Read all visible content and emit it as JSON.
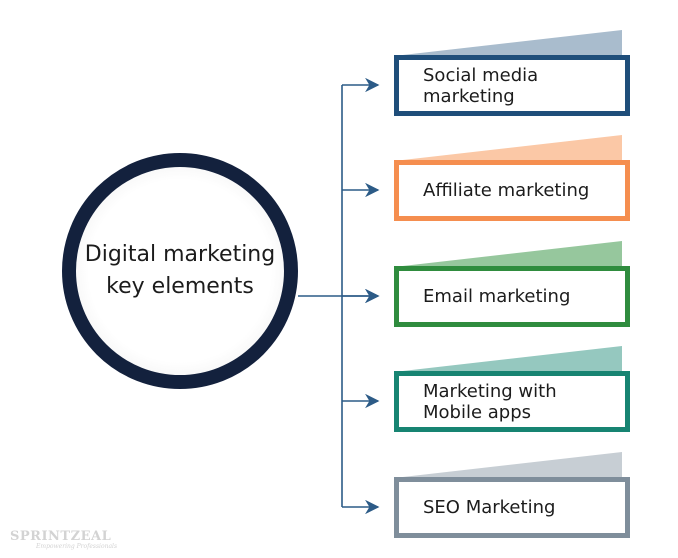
{
  "hub": {
    "label_line1": "Digital marketing",
    "label_line2": "key elements"
  },
  "items": [
    {
      "label_line1": "Social media",
      "label_line2": "marketing",
      "border_color": "#1f4e7a",
      "wedge_color": "#a9bccd"
    },
    {
      "label_line1": "Affiliate marketing",
      "label_line2": "",
      "border_color": "#f58e4f",
      "wedge_color": "#fbc8a6"
    },
    {
      "label_line1": "Email marketing",
      "label_line2": "",
      "border_color": "#2f8c3e",
      "wedge_color": "#96c79d"
    },
    {
      "label_line1": "Marketing with",
      "label_line2": "Mobile apps",
      "border_color": "#178472",
      "wedge_color": "#95c8bf"
    },
    {
      "label_line1": "SEO Marketing",
      "label_line2": "",
      "border_color": "#7f8e9b",
      "wedge_color": "#c7ced4"
    }
  ],
  "connector_color": "#2c5b87",
  "logo": {
    "name": "SPRINTZEAL",
    "tagline": "Empowering Professionals"
  }
}
